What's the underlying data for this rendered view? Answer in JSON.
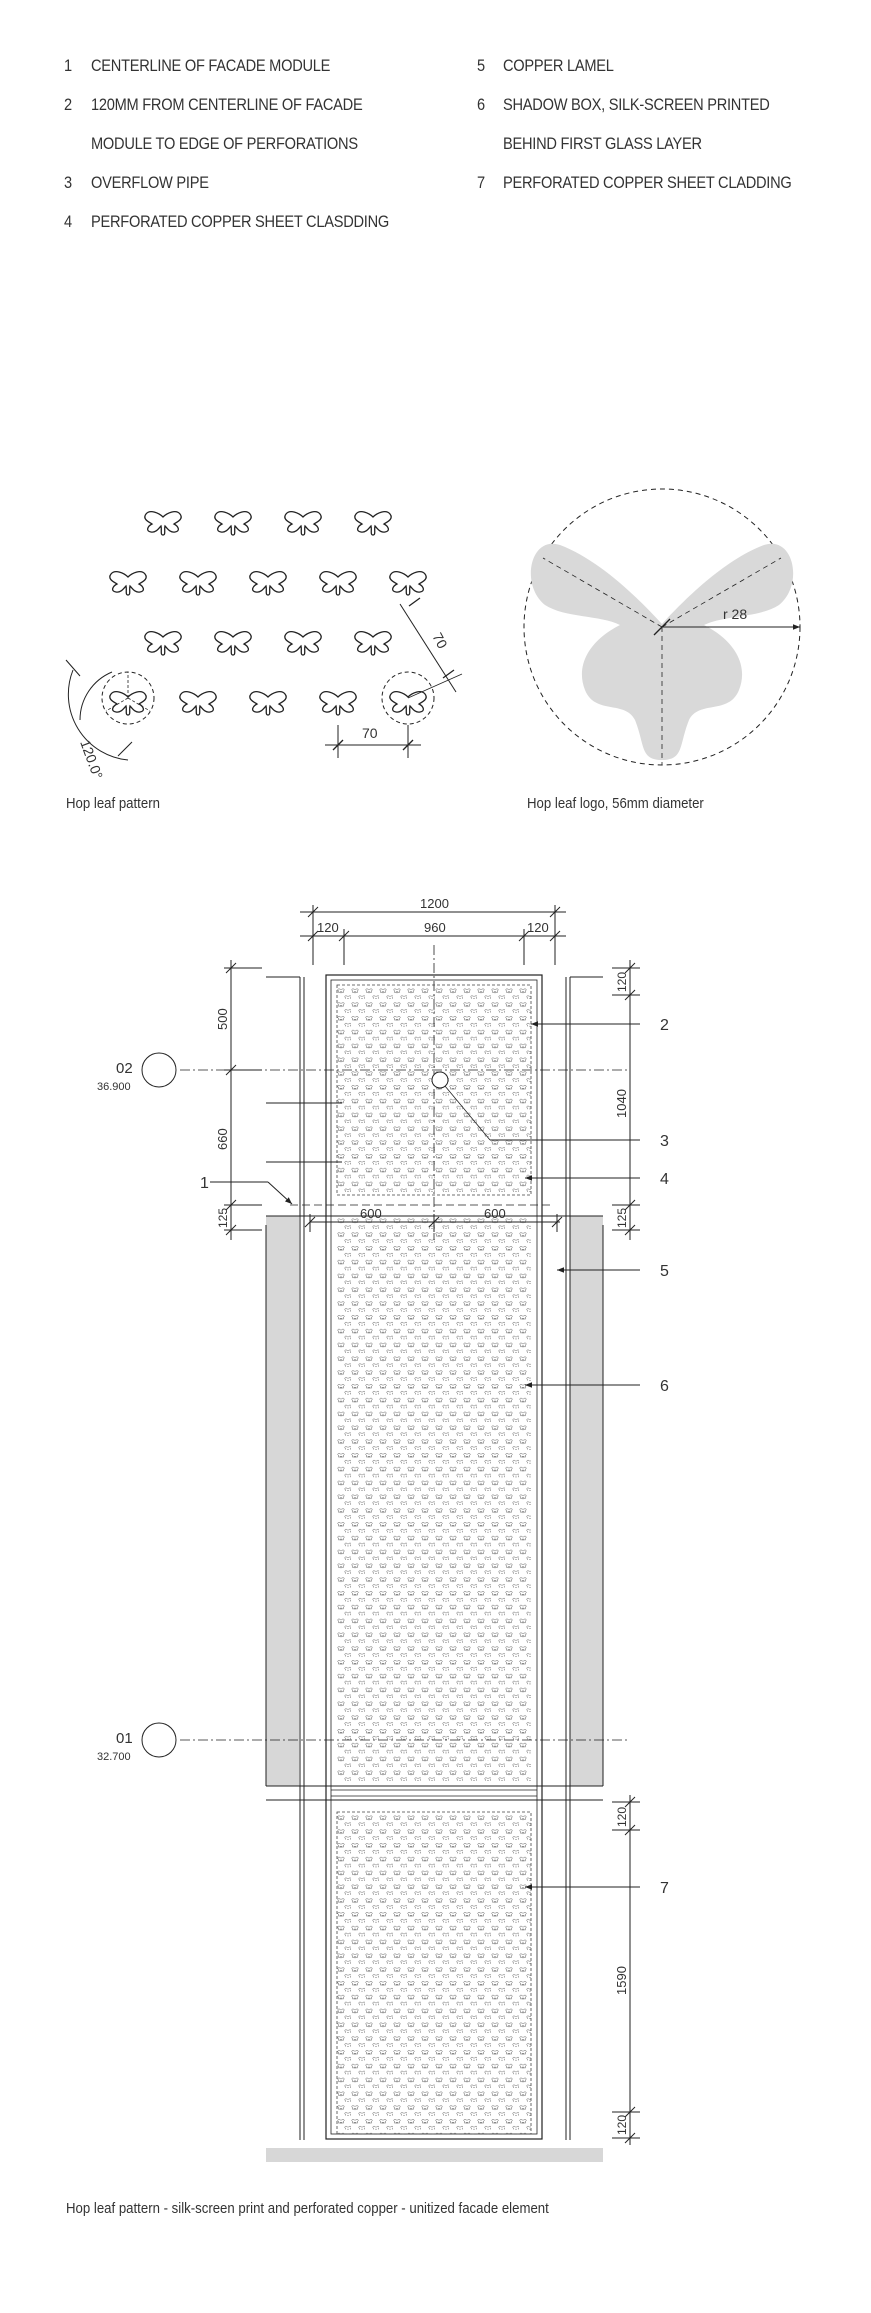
{
  "legend": {
    "left": [
      {
        "num": "1",
        "lines": [
          "CENTERLINE OF FACADE MODULE"
        ]
      },
      {
        "num": "2",
        "lines": [
          "120MM FROM CENTERLINE OF FACADE",
          "MODULE TO EDGE OF PERFORATIONS"
        ]
      },
      {
        "num": "3",
        "lines": [
          "OVERFLOW PIPE"
        ]
      },
      {
        "num": "4",
        "lines": [
          "PERFORATED COPPER SHEET CLASDDING"
        ]
      }
    ],
    "right": [
      {
        "num": "5",
        "lines": [
          "COPPER LAMEL"
        ]
      },
      {
        "num": "6",
        "lines": [
          "SHADOW BOX, SILK-SCREEN PRINTED",
          "BEHIND FIRST GLASS LAYER"
        ]
      },
      {
        "num": "7",
        "lines": [
          "PERFORATED COPPER SHEET CLADDING"
        ]
      }
    ]
  },
  "pattern_detail": {
    "caption": "Hop leaf pattern",
    "dim_spacing_h": "70",
    "dim_spacing_diag": "70",
    "angle": "120.0°"
  },
  "logo_detail": {
    "caption": "Hop leaf logo, 56mm diameter",
    "radius_label": "r 28"
  },
  "elevation": {
    "caption": "Hop leaf pattern - silk-screen print and perforated copper - unitized facade element",
    "dims_top": {
      "overall": "1200",
      "left": "120",
      "middle": "960",
      "right": "120"
    },
    "dims_left": {
      "a": "500",
      "b": "660",
      "c": "125"
    },
    "dims_mid": {
      "left": "600",
      "right": "600"
    },
    "dims_right": {
      "top": "120",
      "mid": "1040",
      "low": "125",
      "b_top": "120",
      "b_mid": "1590",
      "b_bottom": "120"
    },
    "levels": [
      {
        "name": "02",
        "elev": "36.900"
      },
      {
        "name": "01",
        "elev": "32.700"
      }
    ],
    "callouts": [
      "1",
      "2",
      "3",
      "4",
      "5",
      "6",
      "7"
    ]
  }
}
